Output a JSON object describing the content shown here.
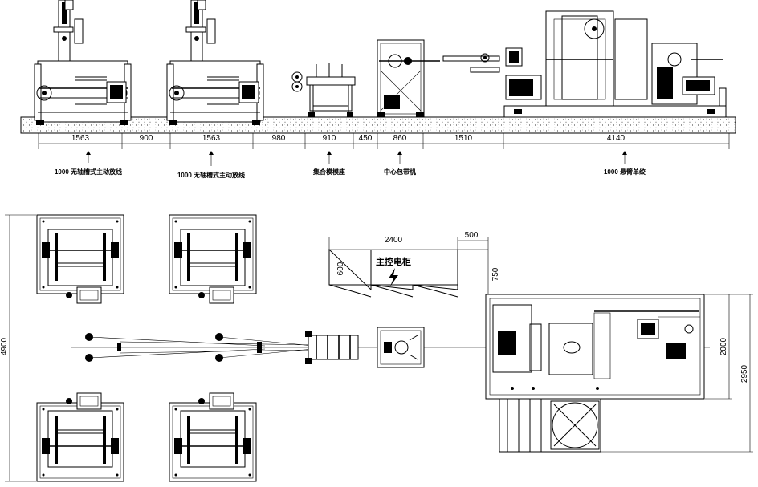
{
  "side_view": {
    "dimensions": [
      "1563",
      "900",
      "1563",
      "980",
      "910",
      "450",
      "860",
      "1510",
      "4140"
    ],
    "captions": {
      "payoff_1": "1000 无轴槽式主动放线",
      "payoff_2": "1000 无轴槽式主动放线",
      "gathering": "集合模模座",
      "center_taper": "中心包带机",
      "twister": "1000 悬臂单绞"
    }
  },
  "plan_view": {
    "overall_height": "4900",
    "cabinet": {
      "label": "主控电柜",
      "width": "2400",
      "gap": "500",
      "depth": "600",
      "offset": "750"
    },
    "twister_height_inner": "2000",
    "twister_height_outer": "2950"
  },
  "colors": {
    "line": "#000000",
    "background": "#ffffff"
  },
  "icons": [
    "lightning-bolt-icon"
  ]
}
